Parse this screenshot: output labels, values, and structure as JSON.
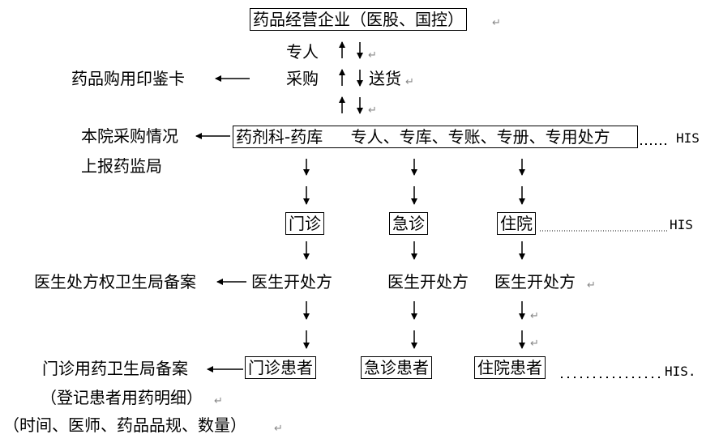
{
  "nodes": {
    "enterprise": "药品经营企业（医股、国控）",
    "zhuanren": "专人",
    "caigou": "采购",
    "songhuo": "送货",
    "stamp_card": "药品购用印鉴卡",
    "pharmacy_label": "药剂科-药库",
    "pharmacy_rules": "专人、专库、专账、专册、专用处方",
    "purchase_report_1": "本院采购情况",
    "purchase_report_2": "上报药监局",
    "outpatient": "门诊",
    "emergency": "急诊",
    "inpatient": "住院",
    "rx_authority": "医生处方权卫生局备案",
    "rx_out": "医生开处方",
    "rx_em": "医生开处方",
    "rx_in": "医生开处方",
    "patient_out": "门诊患者",
    "patient_em": "急诊患者",
    "patient_in": "住院患者",
    "out_record_1": "门诊用药卫生局备案",
    "out_record_2": "（登记患者用药明细）",
    "out_record_3": "（时间、医师、药品品规、数量）"
  },
  "his": {
    "row1": "HIS",
    "row2": "HIS",
    "row3": "HIS."
  }
}
